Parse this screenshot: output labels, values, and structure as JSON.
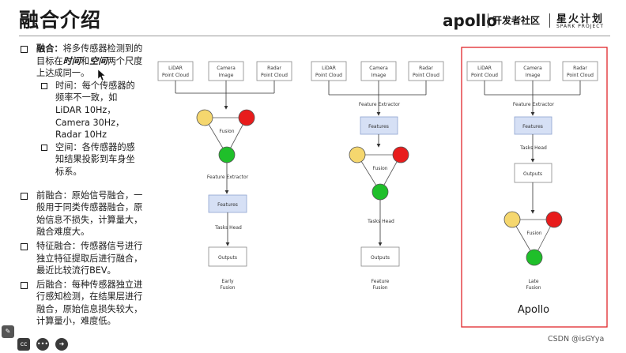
{
  "slide": {
    "title": "融合介绍",
    "logos": {
      "apollo": "apollo",
      "developer_community": "开发者社区",
      "spark_cn": "星火计划",
      "spark_en": "SPARK PROJECT"
    }
  },
  "bullets": {
    "fusion_head": "融合：",
    "fusion_text_1": "将多传感器检测到的",
    "fusion_text_2a": "目标在",
    "fusion_time": "时间",
    "fusion_and": "和",
    "fusion_space": "空间",
    "fusion_text_2b": "两个尺度",
    "fusion_text_3": "上达成同一。",
    "time_1": "时间：每个传感器的",
    "time_2": "频率不一致，如",
    "time_3": "LiDAR 10Hz，",
    "time_4": "Camera 30Hz，",
    "time_5": "Radar 10Hz",
    "space_1": "空间：各传感器的感",
    "space_2": "知结果投影到车身坐",
    "space_3": "标系。",
    "early_1": "前融合：原始信号融合，一",
    "early_2": "般用于同类传感器融合，原",
    "early_3": "始信息不损失，计算量大，",
    "early_4": "融合难度大。",
    "feature_1": "特征融合：传感器信号进行",
    "feature_2": "独立特征提取后进行融合，",
    "feature_3": "最近比较流行BEV。",
    "late_1": "后融合：每种传感器独立进",
    "late_2": "行感知检测，在结果层进行",
    "late_3": "融合，原始信息损失较大，",
    "late_4": "计算量小，难度低。"
  },
  "diagrams": {
    "lidar": [
      "LiDAR",
      "Point Cloud"
    ],
    "camera": [
      "Camera",
      "Image"
    ],
    "radar": [
      "Radar",
      "Point Cloud"
    ],
    "fusion": "Fusion",
    "feature_extractor": "Feature Extractor",
    "features": "Features",
    "tasks_head": "Tasks Head",
    "outputs": "Outputs",
    "early_caption": [
      "Early",
      "Fusion"
    ],
    "feature_caption": [
      "Feature",
      "Fusion"
    ],
    "late_caption": [
      "Late",
      "Fusion"
    ],
    "apollo_label": "Apollo"
  },
  "colors": {
    "yellow_node": "#f5d76e",
    "red_node": "#e81c1c",
    "green_node": "#1fbf2a",
    "features_box": "#d6e0f5",
    "highlight_border": "#e0262b"
  },
  "footer": {
    "watermark": "CSDN @isGYya",
    "toolbar": [
      "pen-icon",
      "cc-icon",
      "more-icon",
      "next-icon"
    ]
  }
}
